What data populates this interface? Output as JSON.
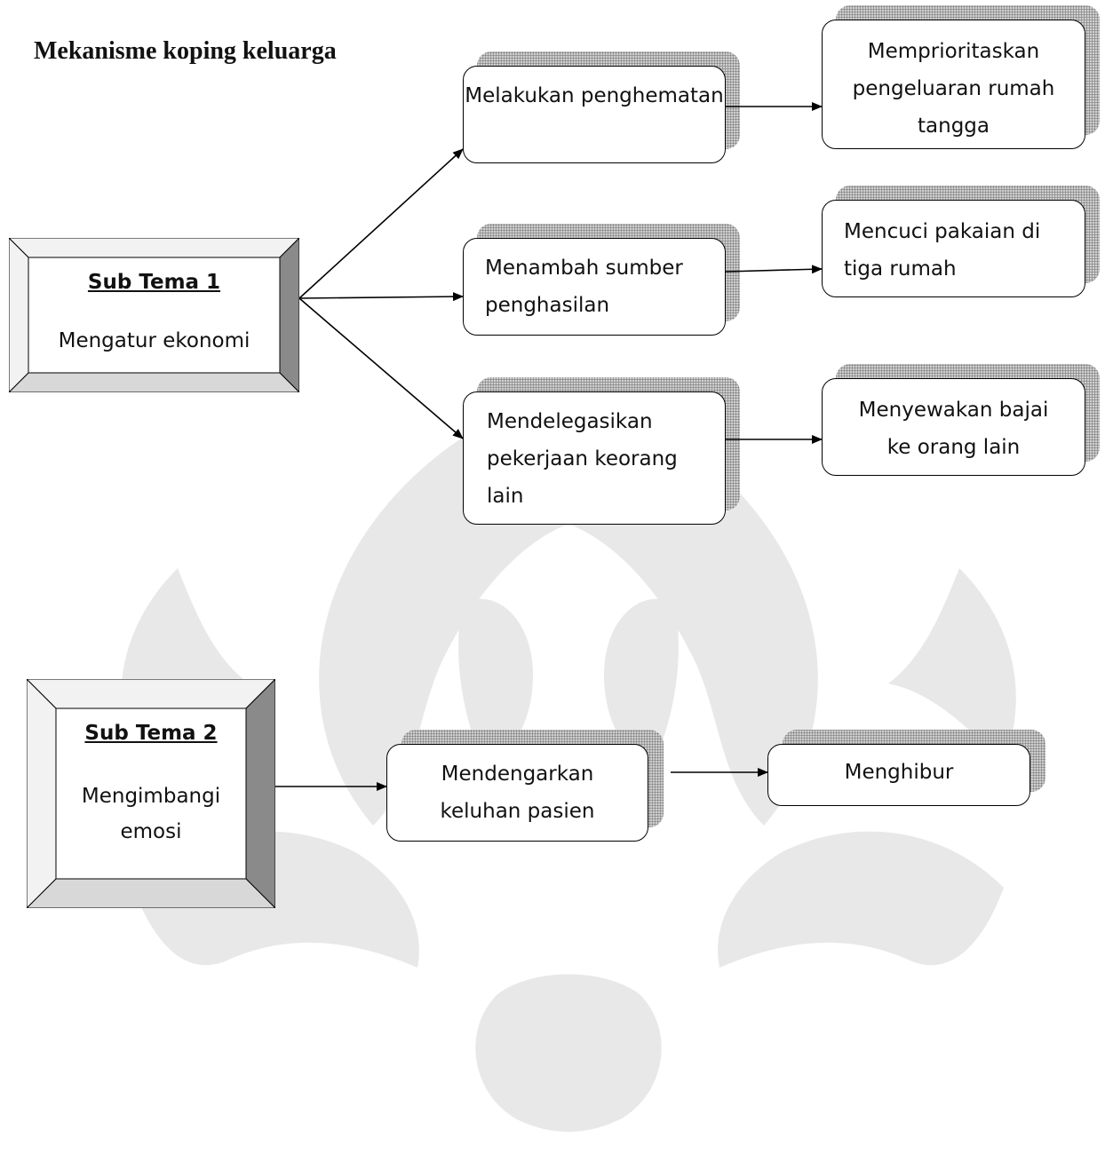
{
  "title": "Mekanisme koping keluarga",
  "sub_theme_1": {
    "heading": "Sub Tema 1",
    "name": "Mengatur ekonomi",
    "strategies": [
      {
        "label": "Melakukan penghematan",
        "outcome": "Memprioritaskan pengeluaran rumah tangga"
      },
      {
        "label": "Menambah sumber penghasilan",
        "outcome": "Mencuci  pakaian di tiga rumah"
      },
      {
        "label": "Mendelegasikan pekerjaan keorang lain",
        "outcome": "Menyewakan bajai ke orang lain"
      }
    ]
  },
  "sub_theme_2": {
    "heading": "Sub Tema 2",
    "name": "Mengimbangi emosi",
    "strategies": [
      {
        "label": "Mendengarkan keluhan pasien",
        "outcome": "Menghibur"
      }
    ]
  },
  "colors": {
    "line": "#000000",
    "box_border": "#000000",
    "bevel_dark": "#8a8a8a",
    "bevel_light": "#d8d8d8",
    "watermark": "#e6e6e6"
  }
}
